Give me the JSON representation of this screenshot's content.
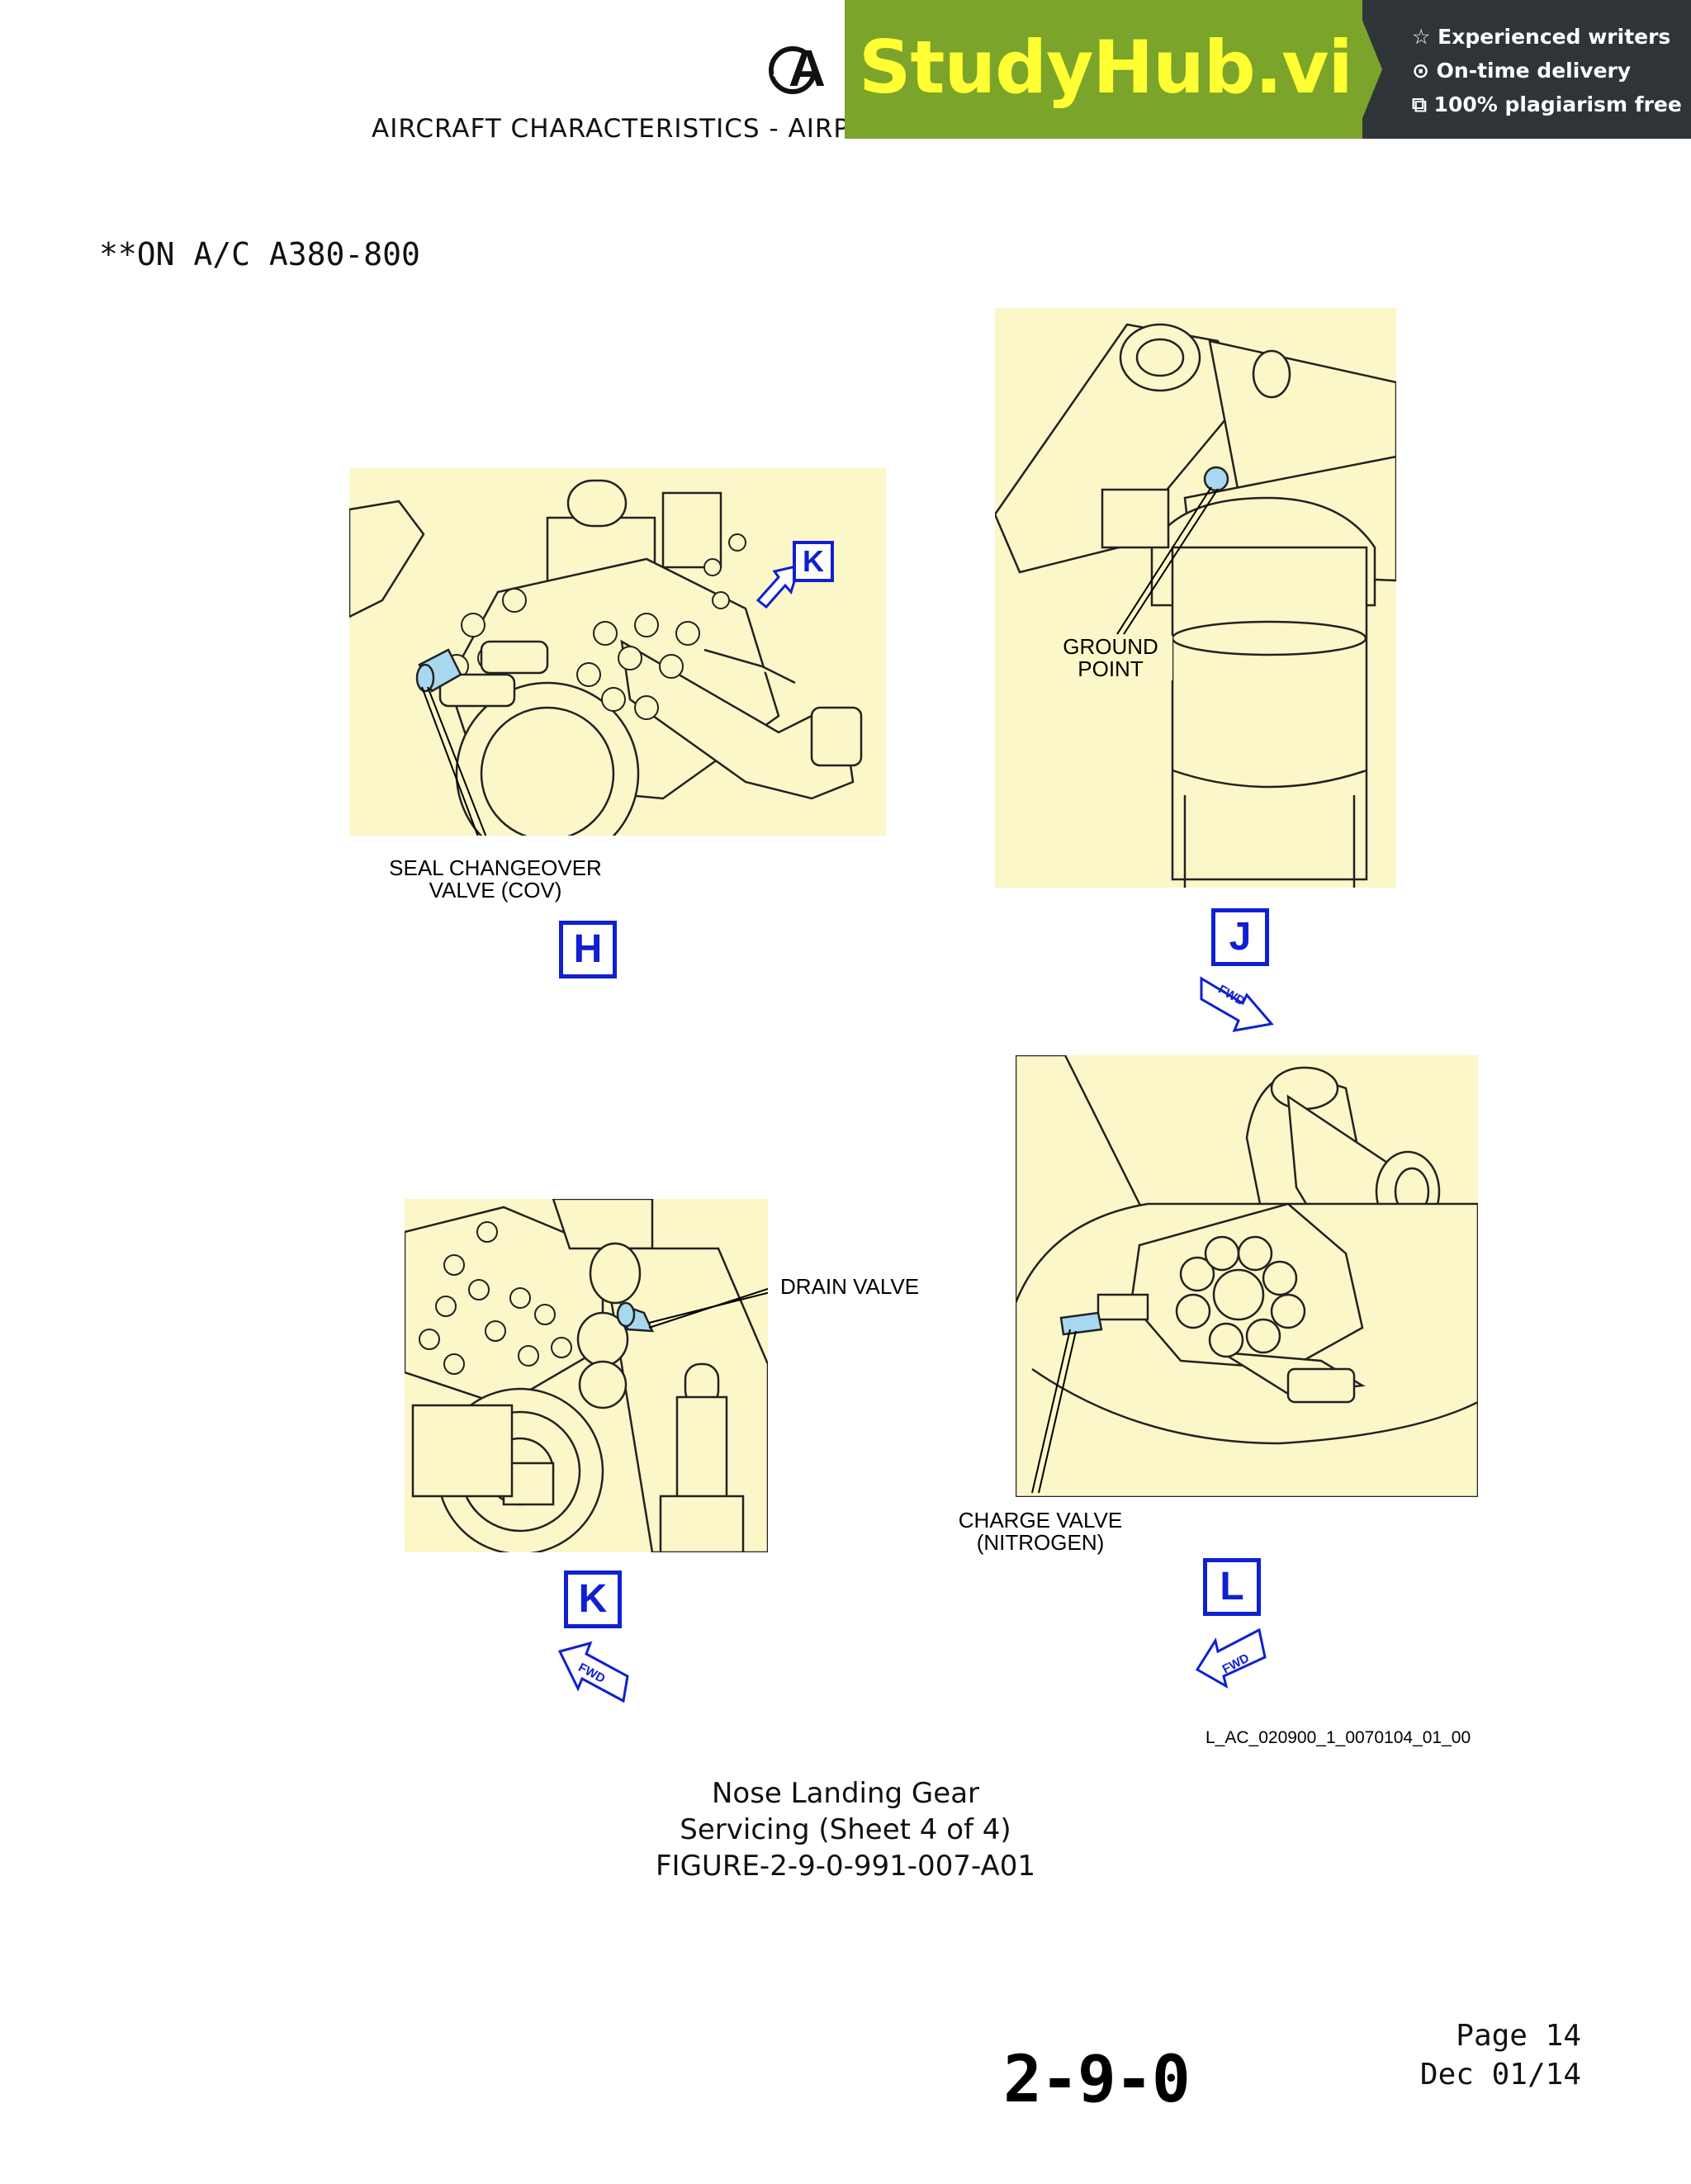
{
  "header": {
    "logo_text": "A",
    "title": "AIRCRAFT CHARACTERISTICS - AIRPORT AND MAINTENANCE PLANNING"
  },
  "banner": {
    "url": "StudyHub.vip",
    "features": [
      "☆ Experienced writers",
      "⊙ On-time delivery",
      "⧉ 100% plagiarism free"
    ],
    "bg_color": "#7ba42a",
    "text_color": "#ffff33"
  },
  "applicability": "**ON A/C A380-800",
  "views": {
    "h": {
      "letter": "H",
      "label_line1": "SEAL CHANGEOVER",
      "label_line2": "VALVE (COV)",
      "pointer_letter": "K"
    },
    "j": {
      "letter": "J",
      "label_line1": "GROUND",
      "label_line2": "POINT",
      "fwd": "FWD"
    },
    "k": {
      "letter": "K",
      "label": "DRAIN VALVE",
      "fwd": "FWD"
    },
    "l": {
      "letter": "L",
      "label_line1": "CHARGE VALVE",
      "label_line2": "(NITROGEN)",
      "fwd": "FWD"
    }
  },
  "reference_id": "L_AC_020900_1_0070104_01_00",
  "caption": {
    "line1": "Nose Landing Gear",
    "line2": "Servicing (Sheet 4 of 4)",
    "line3": "FIGURE-2-9-0-991-007-A01"
  },
  "footer": {
    "section": "2-9-0",
    "page": "Page 14",
    "date": "Dec 01/14"
  },
  "colors": {
    "panel": "#fbf7c8",
    "callout": "#1020d0",
    "highlight": "#a8d8f0"
  }
}
